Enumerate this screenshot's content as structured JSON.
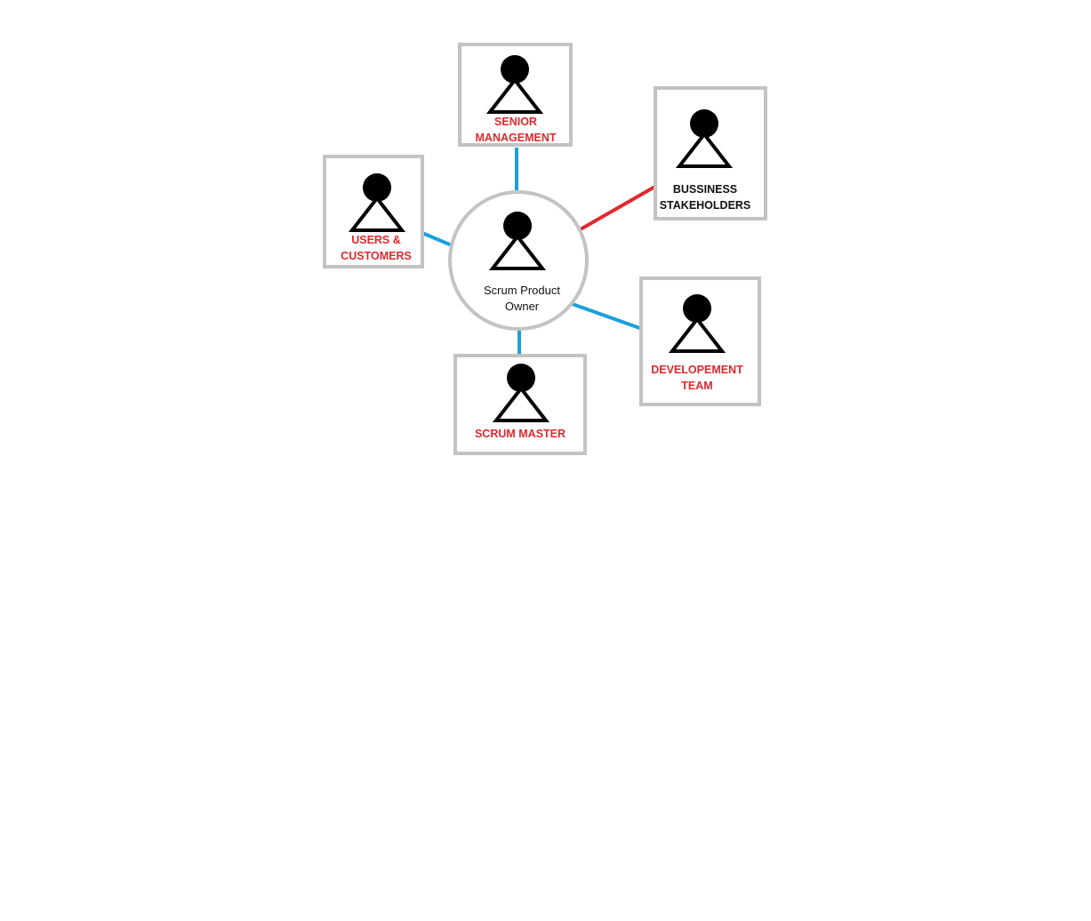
{
  "colors": {
    "box_border": "#c3c3c3",
    "line_blue": "#1aa0dc",
    "line_red": "#e0282e",
    "label_red": "#e0282e",
    "label_black": "#111111",
    "person": "#000000"
  },
  "center": {
    "label_line1": "Scrum Product",
    "label_line2": "Owner"
  },
  "nodes": {
    "senior_management": {
      "line1": "SENIOR",
      "line2": "MANAGEMENT"
    },
    "users_customers": {
      "line1": "USERS &",
      "line2": "CUSTOMERS"
    },
    "business_stakeholders": {
      "line1": "BUSSINESS",
      "line2": "STAKEHOLDERS"
    },
    "development_team": {
      "line1": "DEVELOPEMENT",
      "line2": "TEAM"
    },
    "scrum_master": {
      "line1": "SCRUM MASTER"
    }
  },
  "icons": {
    "person": "person-icon"
  }
}
